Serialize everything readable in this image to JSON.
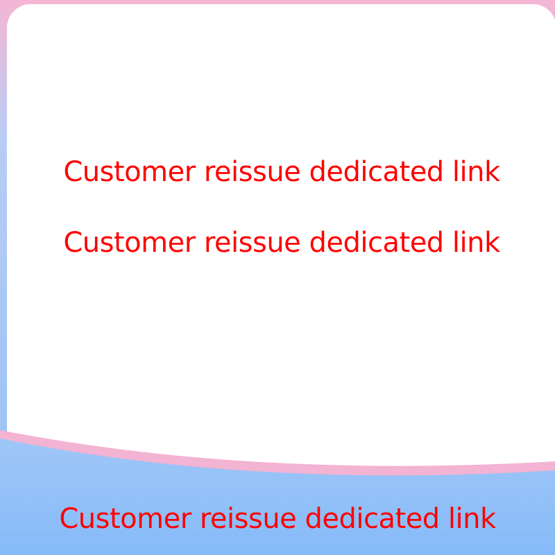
{
  "lines": [
    "Customer reissue dedicated link",
    "Customer reissue dedicated link",
    "Customer reissue dedicated link"
  ],
  "colors": {
    "text": "#ff0000",
    "card_background": "#ffffff",
    "frame_blue": "#93c0f6",
    "frame_pink": "#f3b3d2",
    "footer_blue": "#8bbef8"
  }
}
